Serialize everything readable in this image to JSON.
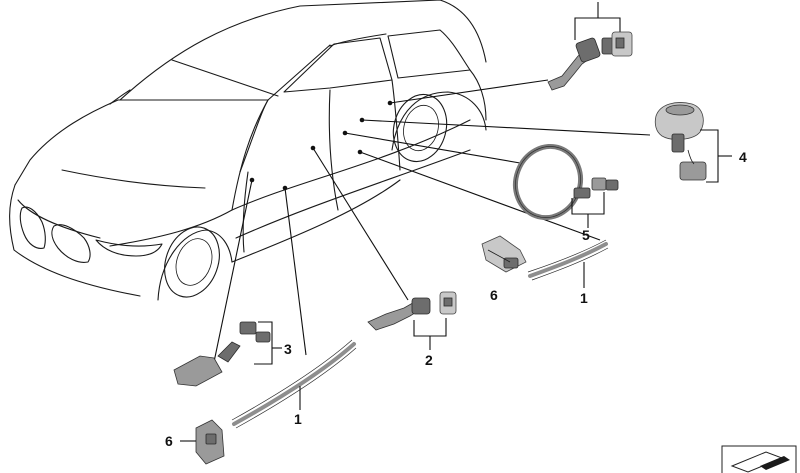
{
  "callouts": {
    "c1_left": "1",
    "c1_right": "1",
    "c2": "2",
    "c3": "3",
    "c4": "4",
    "c5": "5",
    "c6_left": "6",
    "c6_mid": "6"
  },
  "icons": {
    "vehicle": "car-outline-icon",
    "thumbnail": "parts-thumbnail-icon"
  }
}
